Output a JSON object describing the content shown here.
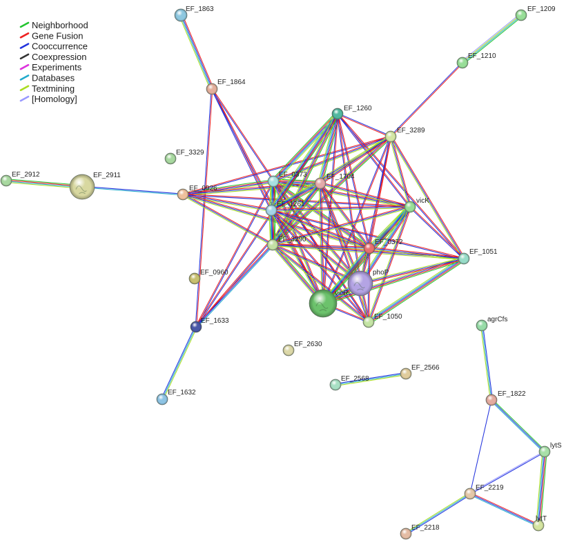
{
  "legend": [
    {
      "label": "Neighborhood",
      "color": "#22c42e"
    },
    {
      "label": "Gene Fusion",
      "color": "#ee2222"
    },
    {
      "label": "Cooccurrence",
      "color": "#2233dd"
    },
    {
      "label": "Coexpression",
      "color": "#333333"
    },
    {
      "label": "Experiments",
      "color": "#dd33dd"
    },
    {
      "label": "Databases",
      "color": "#22aacc"
    },
    {
      "label": "Textmining",
      "color": "#aadd22"
    },
    {
      "label": "[Homology]",
      "color": "#9999ff"
    }
  ],
  "nodes": [
    {
      "id": "EF_1863",
      "color": "#8ec8e0"
    },
    {
      "id": "EF_1209",
      "color": "#98de98"
    },
    {
      "id": "EF_1210",
      "color": "#98de98"
    },
    {
      "id": "EF_1864",
      "color": "#e4b09c"
    },
    {
      "id": "EF_1260",
      "color": "#52b8a0"
    },
    {
      "id": "EF_3289",
      "color": "#d4e6a4"
    },
    {
      "id": "EF_3329",
      "color": "#a8d8a0"
    },
    {
      "id": "EF_2912",
      "color": "#a8d8a0"
    },
    {
      "id": "EF_2911",
      "color": "#d8d8a0"
    },
    {
      "id": "EF_0926",
      "color": "#eec09c"
    },
    {
      "id": "EF_0373",
      "color": "#a8e0e0"
    },
    {
      "id": "EF_1704",
      "color": "#e4aaaa"
    },
    {
      "id": "EF_1261",
      "color": "#a4d4e8"
    },
    {
      "id": "vicK",
      "color": "#98de98"
    },
    {
      "id": "EF_3290",
      "color": "#c4e0a4"
    },
    {
      "id": "EF_0372",
      "color": "#e87070"
    },
    {
      "id": "EF_1051",
      "color": "#98dcc8"
    },
    {
      "id": "EF_0960",
      "color": "#c8c070"
    },
    {
      "id": "phoP",
      "color": "#b4a4e4"
    },
    {
      "id": "vicR",
      "color": "#6cc26c"
    },
    {
      "id": "EF_1050",
      "color": "#c4e4a4"
    },
    {
      "id": "EF_1633",
      "color": "#4a58a8"
    },
    {
      "id": "agrCfs",
      "color": "#98dca8"
    },
    {
      "id": "EF_2630",
      "color": "#dcd8a8"
    },
    {
      "id": "EF_2566",
      "color": "#e0cc9c"
    },
    {
      "id": "EF_2568",
      "color": "#a8e0c4"
    },
    {
      "id": "EF_1822",
      "color": "#e4aca0"
    },
    {
      "id": "EF_1632",
      "color": "#8ec4e4"
    },
    {
      "id": "lytS",
      "color": "#a8e0a8"
    },
    {
      "id": "EF_2219",
      "color": "#e4c8a8"
    },
    {
      "id": "lytT",
      "color": "#d4e4a0"
    },
    {
      "id": "EF_2218",
      "color": "#e4bca4"
    }
  ],
  "edges": [
    {
      "a": "EF_1863",
      "b": "EF_1864",
      "types": [
        "Gene Fusion",
        "Cooccurrence",
        "Databases",
        "Textmining"
      ]
    },
    {
      "a": "EF_1864",
      "b": "EF_1633",
      "types": [
        "Gene Fusion",
        "Cooccurrence"
      ]
    },
    {
      "a": "EF_1864",
      "b": "EF_1261",
      "types": [
        "Gene Fusion",
        "Cooccurrence"
      ]
    },
    {
      "a": "EF_1864",
      "b": "vicR",
      "types": [
        "Gene Fusion",
        "Cooccurrence"
      ]
    },
    {
      "a": "EF_1864",
      "b": "EF_1050",
      "types": [
        "Gene Fusion",
        "Cooccurrence"
      ]
    },
    {
      "a": "EF_1209",
      "b": "EF_1210",
      "types": [
        "Neighborhood",
        "Databases",
        "Textmining",
        "[Homology]"
      ]
    },
    {
      "a": "EF_1210",
      "b": "EF_3289",
      "types": [
        "Gene Fusion",
        "Cooccurrence"
      ]
    },
    {
      "a": "EF_2912",
      "b": "EF_2911",
      "types": [
        "Neighborhood",
        "Gene Fusion",
        "Databases",
        "Textmining"
      ]
    },
    {
      "a": "EF_2911",
      "b": "EF_0926",
      "types": [
        "Cooccurrence",
        "Databases"
      ]
    },
    {
      "a": "EF_1632",
      "b": "EF_1633",
      "types": [
        "Cooccurrence",
        "Databases",
        "Textmining"
      ]
    },
    {
      "a": "EF_1633",
      "b": "EF_1704",
      "types": [
        "Gene Fusion",
        "Cooccurrence"
      ]
    },
    {
      "a": "EF_1633",
      "b": "EF_3290",
      "types": [
        "Gene Fusion",
        "Cooccurrence",
        "Databases"
      ]
    },
    {
      "a": "EF_1633",
      "b": "EF_0373",
      "types": [
        "Gene Fusion",
        "Cooccurrence"
      ]
    },
    {
      "a": "EF_1633",
      "b": "EF_1260",
      "types": [
        "Gene Fusion",
        "Cooccurrence"
      ]
    },
    {
      "a": "EF_0926",
      "b": "EF_0373",
      "types": [
        "Neighborhood",
        "Gene Fusion",
        "Cooccurrence",
        "Textmining"
      ]
    },
    {
      "a": "EF_0926",
      "b": "EF_1704",
      "types": [
        "Gene Fusion",
        "Cooccurrence",
        "Textmining"
      ]
    },
    {
      "a": "EF_0926",
      "b": "EF_1261",
      "types": [
        "Gene Fusion",
        "Cooccurrence",
        "Textmining"
      ]
    },
    {
      "a": "EF_0926",
      "b": "EF_3290",
      "types": [
        "Gene Fusion",
        "Cooccurrence",
        "Textmining"
      ]
    },
    {
      "a": "EF_0926",
      "b": "EF_0372",
      "types": [
        "Gene Fusion",
        "Cooccurrence",
        "Textmining"
      ]
    },
    {
      "a": "EF_0926",
      "b": "vicK",
      "types": [
        "Gene Fusion",
        "Cooccurrence"
      ]
    },
    {
      "a": "EF_0926",
      "b": "EF_3289",
      "types": [
        "Gene Fusion",
        "Cooccurrence"
      ]
    },
    {
      "a": "EF_0373",
      "b": "EF_1260",
      "types": [
        "Neighborhood",
        "Gene Fusion",
        "Cooccurrence",
        "Databases",
        "Textmining"
      ]
    },
    {
      "a": "EF_0373",
      "b": "EF_1704",
      "types": [
        "Neighborhood",
        "Gene Fusion",
        "Cooccurrence",
        "Databases",
        "Textmining"
      ]
    },
    {
      "a": "EF_0373",
      "b": "EF_1261",
      "types": [
        "Neighborhood",
        "Gene Fusion",
        "Cooccurrence",
        "Databases",
        "Textmining"
      ]
    },
    {
      "a": "EF_0373",
      "b": "EF_3290",
      "types": [
        "Neighborhood",
        "Gene Fusion",
        "Cooccurrence",
        "Databases",
        "Textmining"
      ]
    },
    {
      "a": "EF_0373",
      "b": "EF_3289",
      "types": [
        "Gene Fusion",
        "Cooccurrence",
        "Textmining"
      ]
    },
    {
      "a": "EF_0373",
      "b": "EF_0372",
      "types": [
        "Neighborhood",
        "Gene Fusion",
        "Cooccurrence",
        "Textmining"
      ]
    },
    {
      "a": "EF_0373",
      "b": "vicR",
      "types": [
        "Gene Fusion",
        "Cooccurrence",
        "Textmining"
      ]
    },
    {
      "a": "EF_0373",
      "b": "phoP",
      "types": [
        "Gene Fusion",
        "Cooccurrence",
        "Textmining"
      ]
    },
    {
      "a": "EF_0373",
      "b": "EF_1050",
      "types": [
        "Gene Fusion",
        "Cooccurrence"
      ]
    },
    {
      "a": "EF_0373",
      "b": "vicK",
      "types": [
        "Gene Fusion",
        "Cooccurrence",
        "Textmining"
      ]
    },
    {
      "a": "EF_1260",
      "b": "EF_1704",
      "types": [
        "Neighborhood",
        "Gene Fusion",
        "Cooccurrence",
        "Databases",
        "Textmining"
      ]
    },
    {
      "a": "EF_1260",
      "b": "EF_1261",
      "types": [
        "Neighborhood",
        "Gene Fusion",
        "Cooccurrence",
        "Databases",
        "Textmining"
      ]
    },
    {
      "a": "EF_1260",
      "b": "EF_3290",
      "types": [
        "Neighborhood",
        "Gene Fusion",
        "Cooccurrence",
        "Textmining"
      ]
    },
    {
      "a": "EF_1260",
      "b": "EF_0372",
      "types": [
        "Gene Fusion",
        "Cooccurrence"
      ]
    },
    {
      "a": "EF_1260",
      "b": "vicK",
      "types": [
        "Gene Fusion",
        "Cooccurrence"
      ]
    },
    {
      "a": "EF_1260",
      "b": "EF_1051",
      "types": [
        "Gene Fusion",
        "Cooccurrence"
      ]
    },
    {
      "a": "EF_1260",
      "b": "vicR",
      "types": [
        "Gene Fusion",
        "Cooccurrence"
      ]
    },
    {
      "a": "EF_1260",
      "b": "phoP",
      "types": [
        "Gene Fusion",
        "Cooccurrence"
      ]
    },
    {
      "a": "EF_3289",
      "b": "EF_1261",
      "types": [
        "Gene Fusion",
        "Cooccurrence",
        "Textmining"
      ]
    },
    {
      "a": "EF_3289",
      "b": "EF_3290",
      "types": [
        "Neighborhood",
        "Gene Fusion",
        "Cooccurrence",
        "Textmining"
      ]
    },
    {
      "a": "EF_3289",
      "b": "EF_1704",
      "types": [
        "Gene Fusion",
        "Cooccurrence",
        "Textmining"
      ]
    },
    {
      "a": "EF_3289",
      "b": "EF_1260",
      "types": [
        "Gene Fusion",
        "Cooccurrence"
      ]
    },
    {
      "a": "EF_3289",
      "b": "vicK",
      "types": [
        "Gene Fusion",
        "Cooccurrence",
        "Textmining"
      ]
    },
    {
      "a": "EF_3289",
      "b": "EF_0372",
      "types": [
        "Gene Fusion",
        "Cooccurrence"
      ]
    },
    {
      "a": "EF_3289",
      "b": "EF_1051",
      "types": [
        "Gene Fusion",
        "Cooccurrence",
        "Textmining"
      ]
    },
    {
      "a": "EF_3289",
      "b": "vicR",
      "types": [
        "Gene Fusion",
        "Cooccurrence"
      ]
    },
    {
      "a": "EF_3289",
      "b": "phoP",
      "types": [
        "Gene Fusion",
        "Cooccurrence"
      ]
    },
    {
      "a": "EF_1704",
      "b": "EF_1261",
      "types": [
        "Neighborhood",
        "Gene Fusion",
        "Cooccurrence",
        "Databases",
        "Textmining"
      ]
    },
    {
      "a": "EF_1704",
      "b": "EF_3290",
      "types": [
        "Neighborhood",
        "Gene Fusion",
        "Cooccurrence",
        "Databases",
        "Textmining"
      ]
    },
    {
      "a": "EF_1704",
      "b": "EF_0372",
      "types": [
        "Gene Fusion",
        "Cooccurrence",
        "Textmining"
      ]
    },
    {
      "a": "EF_1704",
      "b": "vicK",
      "types": [
        "Gene Fusion",
        "Cooccurrence",
        "Textmining"
      ]
    },
    {
      "a": "EF_1704",
      "b": "vicR",
      "types": [
        "Gene Fusion",
        "Cooccurrence",
        "Textmining"
      ]
    },
    {
      "a": "EF_1704",
      "b": "phoP",
      "types": [
        "Gene Fusion",
        "Cooccurrence",
        "Textmining"
      ]
    },
    {
      "a": "EF_1704",
      "b": "EF_1050",
      "types": [
        "Gene Fusion",
        "Cooccurrence"
      ]
    },
    {
      "a": "EF_1261",
      "b": "EF_3290",
      "types": [
        "Neighborhood",
        "Gene Fusion",
        "Cooccurrence",
        "Databases",
        "Textmining"
      ]
    },
    {
      "a": "EF_1261",
      "b": "EF_0372",
      "types": [
        "Gene Fusion",
        "Cooccurrence",
        "Textmining"
      ]
    },
    {
      "a": "EF_1261",
      "b": "vicK",
      "types": [
        "Gene Fusion",
        "Cooccurrence",
        "Textmining"
      ]
    },
    {
      "a": "EF_1261",
      "b": "vicR",
      "types": [
        "Gene Fusion",
        "Cooccurrence",
        "Textmining"
      ]
    },
    {
      "a": "EF_1261",
      "b": "phoP",
      "types": [
        "Gene Fusion",
        "Cooccurrence",
        "Textmining"
      ]
    },
    {
      "a": "EF_1261",
      "b": "EF_1050",
      "types": [
        "Gene Fusion",
        "Cooccurrence"
      ]
    },
    {
      "a": "EF_1261",
      "b": "EF_1051",
      "types": [
        "Gene Fusion",
        "Cooccurrence"
      ]
    },
    {
      "a": "EF_3290",
      "b": "EF_0372",
      "types": [
        "Gene Fusion",
        "Cooccurrence",
        "Textmining"
      ]
    },
    {
      "a": "EF_3290",
      "b": "vicK",
      "types": [
        "Gene Fusion",
        "Cooccurrence",
        "Textmining"
      ]
    },
    {
      "a": "EF_3290",
      "b": "vicR",
      "types": [
        "Neighborhood",
        "Gene Fusion",
        "Cooccurrence",
        "Textmining"
      ]
    },
    {
      "a": "EF_3290",
      "b": "phoP",
      "types": [
        "Gene Fusion",
        "Cooccurrence",
        "Textmining"
      ]
    },
    {
      "a": "EF_3290",
      "b": "EF_1050",
      "types": [
        "Gene Fusion",
        "Cooccurrence",
        "Textmining"
      ]
    },
    {
      "a": "EF_3290",
      "b": "EF_1051",
      "types": [
        "Gene Fusion",
        "Cooccurrence",
        "Textmining"
      ]
    },
    {
      "a": "vicK",
      "b": "EF_0372",
      "types": [
        "Neighborhood",
        "Gene Fusion",
        "Cooccurrence",
        "Databases",
        "Textmining"
      ]
    },
    {
      "a": "vicK",
      "b": "vicR",
      "types": [
        "Neighborhood",
        "Gene Fusion",
        "Cooccurrence",
        "Databases",
        "Textmining"
      ]
    },
    {
      "a": "vicK",
      "b": "phoP",
      "types": [
        "Gene Fusion",
        "Cooccurrence",
        "Databases",
        "Textmining"
      ]
    },
    {
      "a": "vicK",
      "b": "EF_1050",
      "types": [
        "Gene Fusion",
        "Cooccurrence",
        "Textmining"
      ]
    },
    {
      "a": "vicK",
      "b": "EF_1051",
      "types": [
        "Gene Fusion",
        "Cooccurrence"
      ]
    },
    {
      "a": "EF_0372",
      "b": "vicR",
      "types": [
        "Neighborhood",
        "Gene Fusion",
        "Cooccurrence",
        "Databases",
        "Textmining"
      ]
    },
    {
      "a": "EF_0372",
      "b": "phoP",
      "types": [
        "Gene Fusion",
        "Cooccurrence",
        "Textmining"
      ]
    },
    {
      "a": "EF_0372",
      "b": "EF_1051",
      "types": [
        "Gene Fusion",
        "Cooccurrence",
        "Textmining"
      ]
    },
    {
      "a": "EF_0372",
      "b": "EF_1050",
      "types": [
        "Gene Fusion",
        "Cooccurrence"
      ]
    },
    {
      "a": "EF_1051",
      "b": "EF_1050",
      "types": [
        "Neighborhood",
        "Gene Fusion",
        "Cooccurrence",
        "Databases",
        "Textmining"
      ]
    },
    {
      "a": "EF_1051",
      "b": "vicR",
      "types": [
        "Neighborhood",
        "Gene Fusion",
        "Cooccurrence",
        "Textmining"
      ]
    },
    {
      "a": "EF_1051",
      "b": "phoP",
      "types": [
        "Gene Fusion",
        "Cooccurrence",
        "Textmining"
      ]
    },
    {
      "a": "phoP",
      "b": "vicR",
      "types": [
        "Neighborhood",
        "Gene Fusion",
        "Cooccurrence",
        "Databases",
        "Textmining"
      ]
    },
    {
      "a": "phoP",
      "b": "EF_1050",
      "types": [
        "Gene Fusion",
        "Cooccurrence",
        "Textmining"
      ]
    },
    {
      "a": "vicR",
      "b": "EF_1050",
      "types": [
        "Gene Fusion",
        "Cooccurrence"
      ]
    },
    {
      "a": "EF_2568",
      "b": "EF_2566",
      "types": [
        "Cooccurrence",
        "Databases",
        "Textmining"
      ]
    },
    {
      "a": "agrCfs",
      "b": "EF_1822",
      "types": [
        "Cooccurrence",
        "Databases",
        "Textmining"
      ]
    },
    {
      "a": "EF_1822",
      "b": "lytS",
      "types": [
        "Neighborhood",
        "Cooccurrence",
        "Databases"
      ]
    },
    {
      "a": "EF_1822",
      "b": "EF_2219",
      "types": [
        "Cooccurrence"
      ]
    },
    {
      "a": "lytS",
      "b": "lytT",
      "types": [
        "Neighborhood",
        "Gene Fusion",
        "Cooccurrence",
        "Databases",
        "Textmining"
      ]
    },
    {
      "a": "lytS",
      "b": "EF_2219",
      "types": [
        "Cooccurrence",
        "[Homology]"
      ]
    },
    {
      "a": "EF_2219",
      "b": "lytT",
      "types": [
        "Gene Fusion",
        "Cooccurrence",
        "Databases"
      ]
    },
    {
      "a": "EF_2219",
      "b": "EF_2218",
      "types": [
        "Cooccurrence",
        "Databases",
        "Textmining"
      ]
    }
  ]
}
